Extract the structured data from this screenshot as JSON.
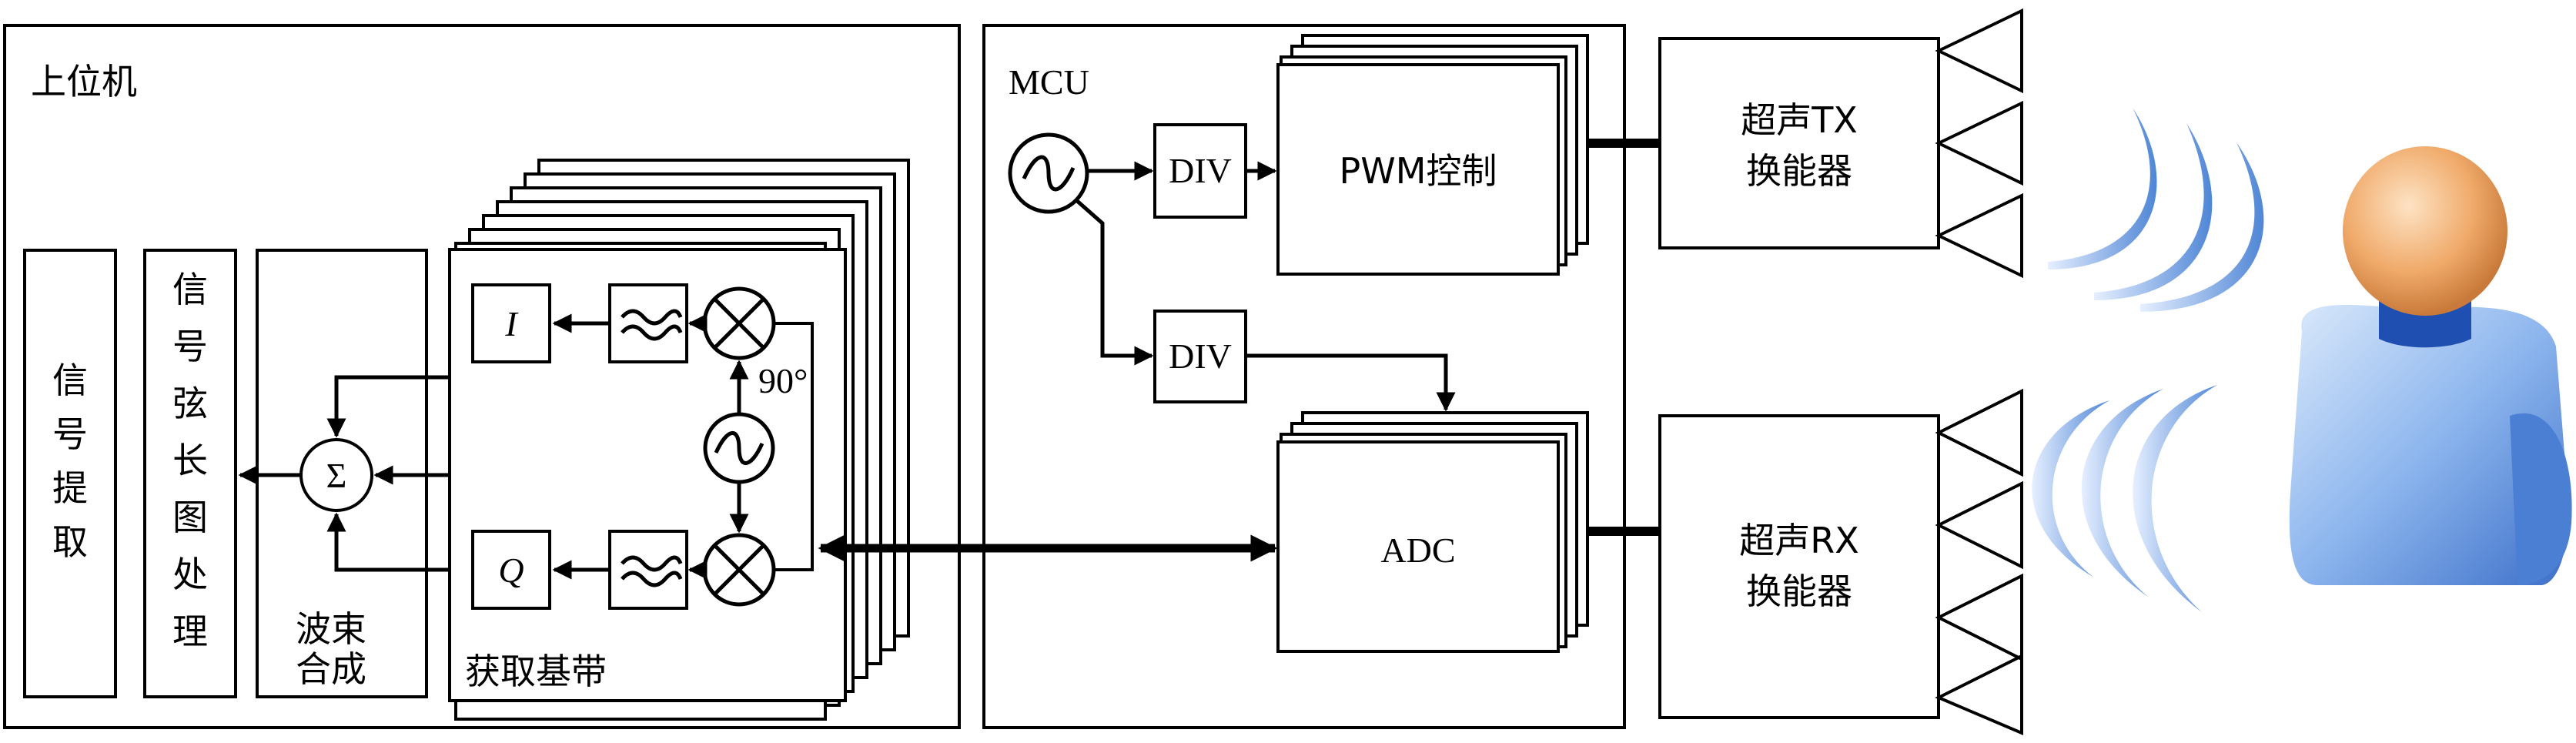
{
  "upper_computer": {
    "title": "上位机",
    "signal_extraction": [
      "信",
      "号",
      "提",
      "取"
    ],
    "spectrogram": [
      "信",
      "号",
      "弦",
      "长",
      "图",
      "处",
      "理"
    ],
    "beamforming": [
      "波束",
      "合成"
    ],
    "sum_symbol": "Σ",
    "baseband": {
      "label": "获取基带",
      "i_label": "I",
      "q_label": "Q",
      "phase_label": "90°"
    }
  },
  "mcu": {
    "title": "MCU",
    "div_tx": "DIV",
    "div_rx": "DIV",
    "pwm": "PWM控制",
    "adc": "ADC"
  },
  "transducers": {
    "tx": [
      "超声TX",
      "换能器"
    ],
    "rx": [
      "超声RX",
      "换能器"
    ]
  },
  "colors": {
    "line": "#000000",
    "wave": "#5b8fd6",
    "head": "#e9a060",
    "body": "#7aa8e8",
    "collar": "#1f4fb0"
  }
}
